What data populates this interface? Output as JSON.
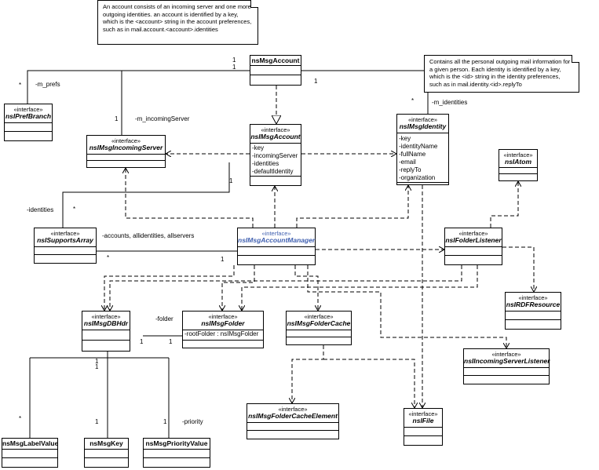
{
  "notes": {
    "account_note": "An account consists of an incoming server and one more outgoing identities. an account is identified by a key, which is the <account> string in the account preferences, such as in mail.account.<account>.identities",
    "identity_note": "Contains all the personal outgoing mail information for a given person.  Each identity is identified by a key, which is the <id> string in the identity preferences, such as in mail.identity.<id>.replyTo"
  },
  "stereotype": "«interface»",
  "classes": {
    "nsMsgAccount": {
      "name": "nsMsgAccount"
    },
    "nsIPrefBranch": {
      "name": "nsIPrefBranch"
    },
    "nsIMsgIncomingServer": {
      "name": "nsIMsgIncomingServer"
    },
    "nsIMsgAccount": {
      "name": "nsIMsgAccount",
      "attrs": [
        "-key",
        "-incomingServer",
        "-identities",
        "-defaultIdentity"
      ]
    },
    "nsIMsgIdentity": {
      "name": "nsIMsgIdentity",
      "attrs": [
        "-key",
        "-identityName",
        "-fullName",
        "-email",
        "-replyTo",
        "-organization"
      ]
    },
    "nsIAtom": {
      "name": "nsIAtom"
    },
    "nsISupportsArray": {
      "name": "nsISupportsArray"
    },
    "nsIMsgAccountManager": {
      "name": "nsIMsgAccountManager"
    },
    "nsIFolderListener": {
      "name": "nsIFolderListener"
    },
    "nsIRDFResource": {
      "name": "nsIRDFResource"
    },
    "nsIMsgDBHdr": {
      "name": "nsIMsgDBHdr"
    },
    "nsIMsgFolder": {
      "name": "nsIMsgFolder",
      "attrs": [
        "-rootFolder : nsIMsgFolder"
      ]
    },
    "nsIMsgFolderCache": {
      "name": "nsIMsgFolderCache"
    },
    "nsIIncomingServerListener": {
      "name": "nsIIncomingServerListener"
    },
    "nsIMsgFolderCacheElement": {
      "name": "nsIMsgFolderCacheElement"
    },
    "nsIFile": {
      "name": "nsIFile"
    },
    "nsMsgLabelValue": {
      "name": "nsMsgLabelValue"
    },
    "nsMsgKey": {
      "name": "nsMsgKey"
    },
    "nsMsgPriorityValue": {
      "name": "nsMsgPriorityValue"
    }
  },
  "labels": {
    "m_prefs": "-m_prefs",
    "m_incomingServer": "-m_incomingServer",
    "m_identities": "-m_identities",
    "identities": "-identities",
    "accounts": "-accounts, allidentities, allservers",
    "folder": "-folder",
    "priority": "-priority",
    "one": "1",
    "many": "*"
  },
  "colors": {
    "line": "#000000",
    "highlight": "#4060b0"
  }
}
